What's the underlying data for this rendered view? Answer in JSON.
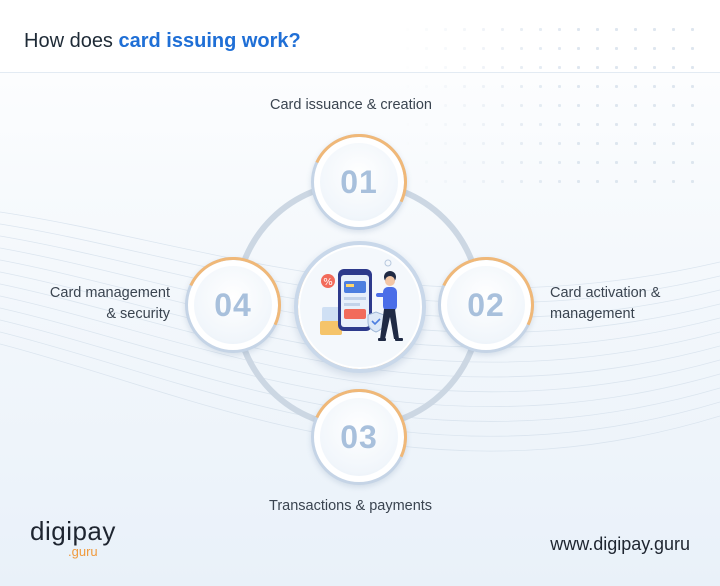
{
  "header": {
    "title_prefix": "How does ",
    "title_highlight": "card issuing work?"
  },
  "steps": [
    {
      "number": "01",
      "label_lines": [
        "Card issuance & creation"
      ]
    },
    {
      "number": "02",
      "label_lines": [
        "Card activation &",
        "management"
      ]
    },
    {
      "number": "03",
      "label_lines": [
        "Transactions & payments"
      ]
    },
    {
      "number": "04",
      "label_lines": [
        "Card management",
        "& security"
      ]
    }
  ],
  "center_illustration": {
    "icon": "mobile-card-user-illustration",
    "discount_badge": "%"
  },
  "footer": {
    "logo_main": "digipay",
    "logo_sub": ".guru",
    "url": "www.digipay.guru"
  },
  "colors": {
    "accent_blue": "#1f6fd6",
    "number_blue": "#a8c0dc",
    "ring_gray": "#ccd7e3",
    "accent_orange": "#f0b878",
    "logo_orange": "#f09a3c"
  }
}
